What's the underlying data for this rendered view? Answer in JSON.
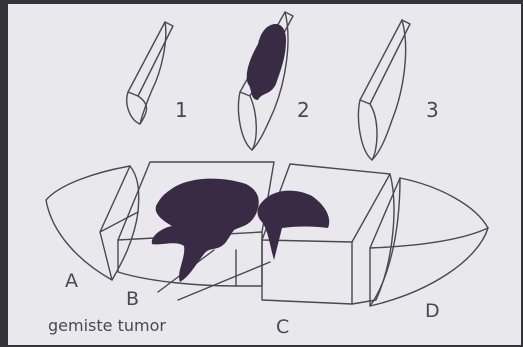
{
  "colors": {
    "slide_frame": "#34333a",
    "paper": "#e9e8ec",
    "line": "#4a4850",
    "tumor": "#3a2b45"
  },
  "labels": {
    "slice_1": "1",
    "slice_2": "2",
    "slice_3": "3",
    "segment_a": "A",
    "segment_b": "B",
    "segment_c": "C",
    "segment_d": "D",
    "caption": "gemiste tumor"
  }
}
